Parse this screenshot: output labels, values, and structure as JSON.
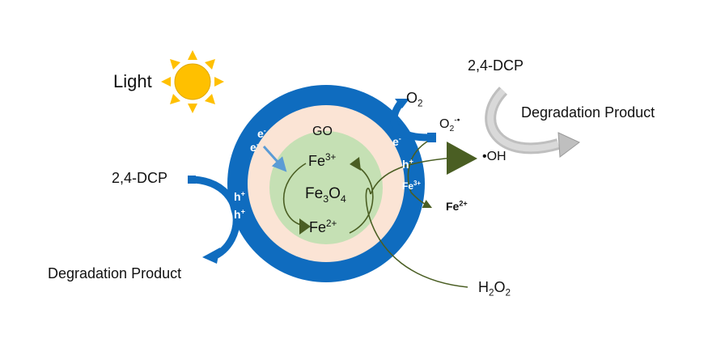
{
  "labels": {
    "light": "Light",
    "go": "GO",
    "fe3_core_base": "Fe",
    "fe3_core_sup": "3+",
    "fe3o4_a": "Fe",
    "fe3o4_b": "3",
    "fe3o4_c": "O",
    "fe3o4_d": "4",
    "fe2_core_base": "Fe",
    "fe2_core_sup": "2+",
    "e_minus_base": "e",
    "e_minus_sup": "-",
    "h_plus_base": "h",
    "h_plus_sup": "+",
    "fe3_shell_base": "Fe",
    "fe3_shell_sup": "3+",
    "fe2_out_base": "Fe",
    "fe2_out_sup": "2+",
    "o2_base": "O",
    "o2_sub": "2",
    "o2_rad_base": "O",
    "o2_rad_sub": "2",
    "o2_rad_sup": "-•",
    "oh": "•OH",
    "h2o2_a": "H",
    "h2o2_b": "2",
    "h2o2_c": "O",
    "h2o2_d": "2",
    "dcp_left": "2,4-DCP",
    "dcp_right": "2,4-DCP",
    "degradation_left": "Degradation Product",
    "degradation_right": "Degradation Product"
  },
  "colors": {
    "shell": "#0f6cbf",
    "go_layer": "#fbe4d5",
    "core": "#c5e0b4",
    "dark_green": "#4a5e23",
    "sun": "#ffc000",
    "grey_arrow": "#a6a6a6",
    "electron_arrow": "#5b9bd5"
  }
}
